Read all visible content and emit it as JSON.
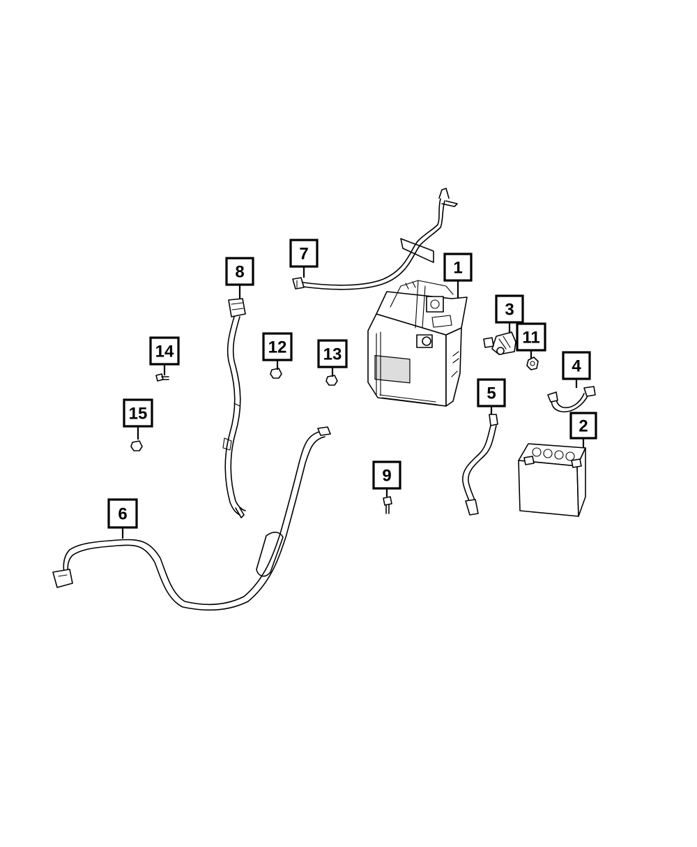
{
  "callouts": [
    {
      "id": "c1",
      "label": "1"
    },
    {
      "id": "c2",
      "label": "2"
    },
    {
      "id": "c3",
      "label": "3"
    },
    {
      "id": "c4",
      "label": "4"
    },
    {
      "id": "c5",
      "label": "5"
    },
    {
      "id": "c6",
      "label": "6"
    },
    {
      "id": "c7",
      "label": "7"
    },
    {
      "id": "c8",
      "label": "8"
    },
    {
      "id": "c9",
      "label": "9"
    },
    {
      "id": "c11",
      "label": "11"
    },
    {
      "id": "c12",
      "label": "12"
    },
    {
      "id": "c13",
      "label": "13"
    },
    {
      "id": "c14",
      "label": "14"
    },
    {
      "id": "c15",
      "label": "15"
    }
  ]
}
